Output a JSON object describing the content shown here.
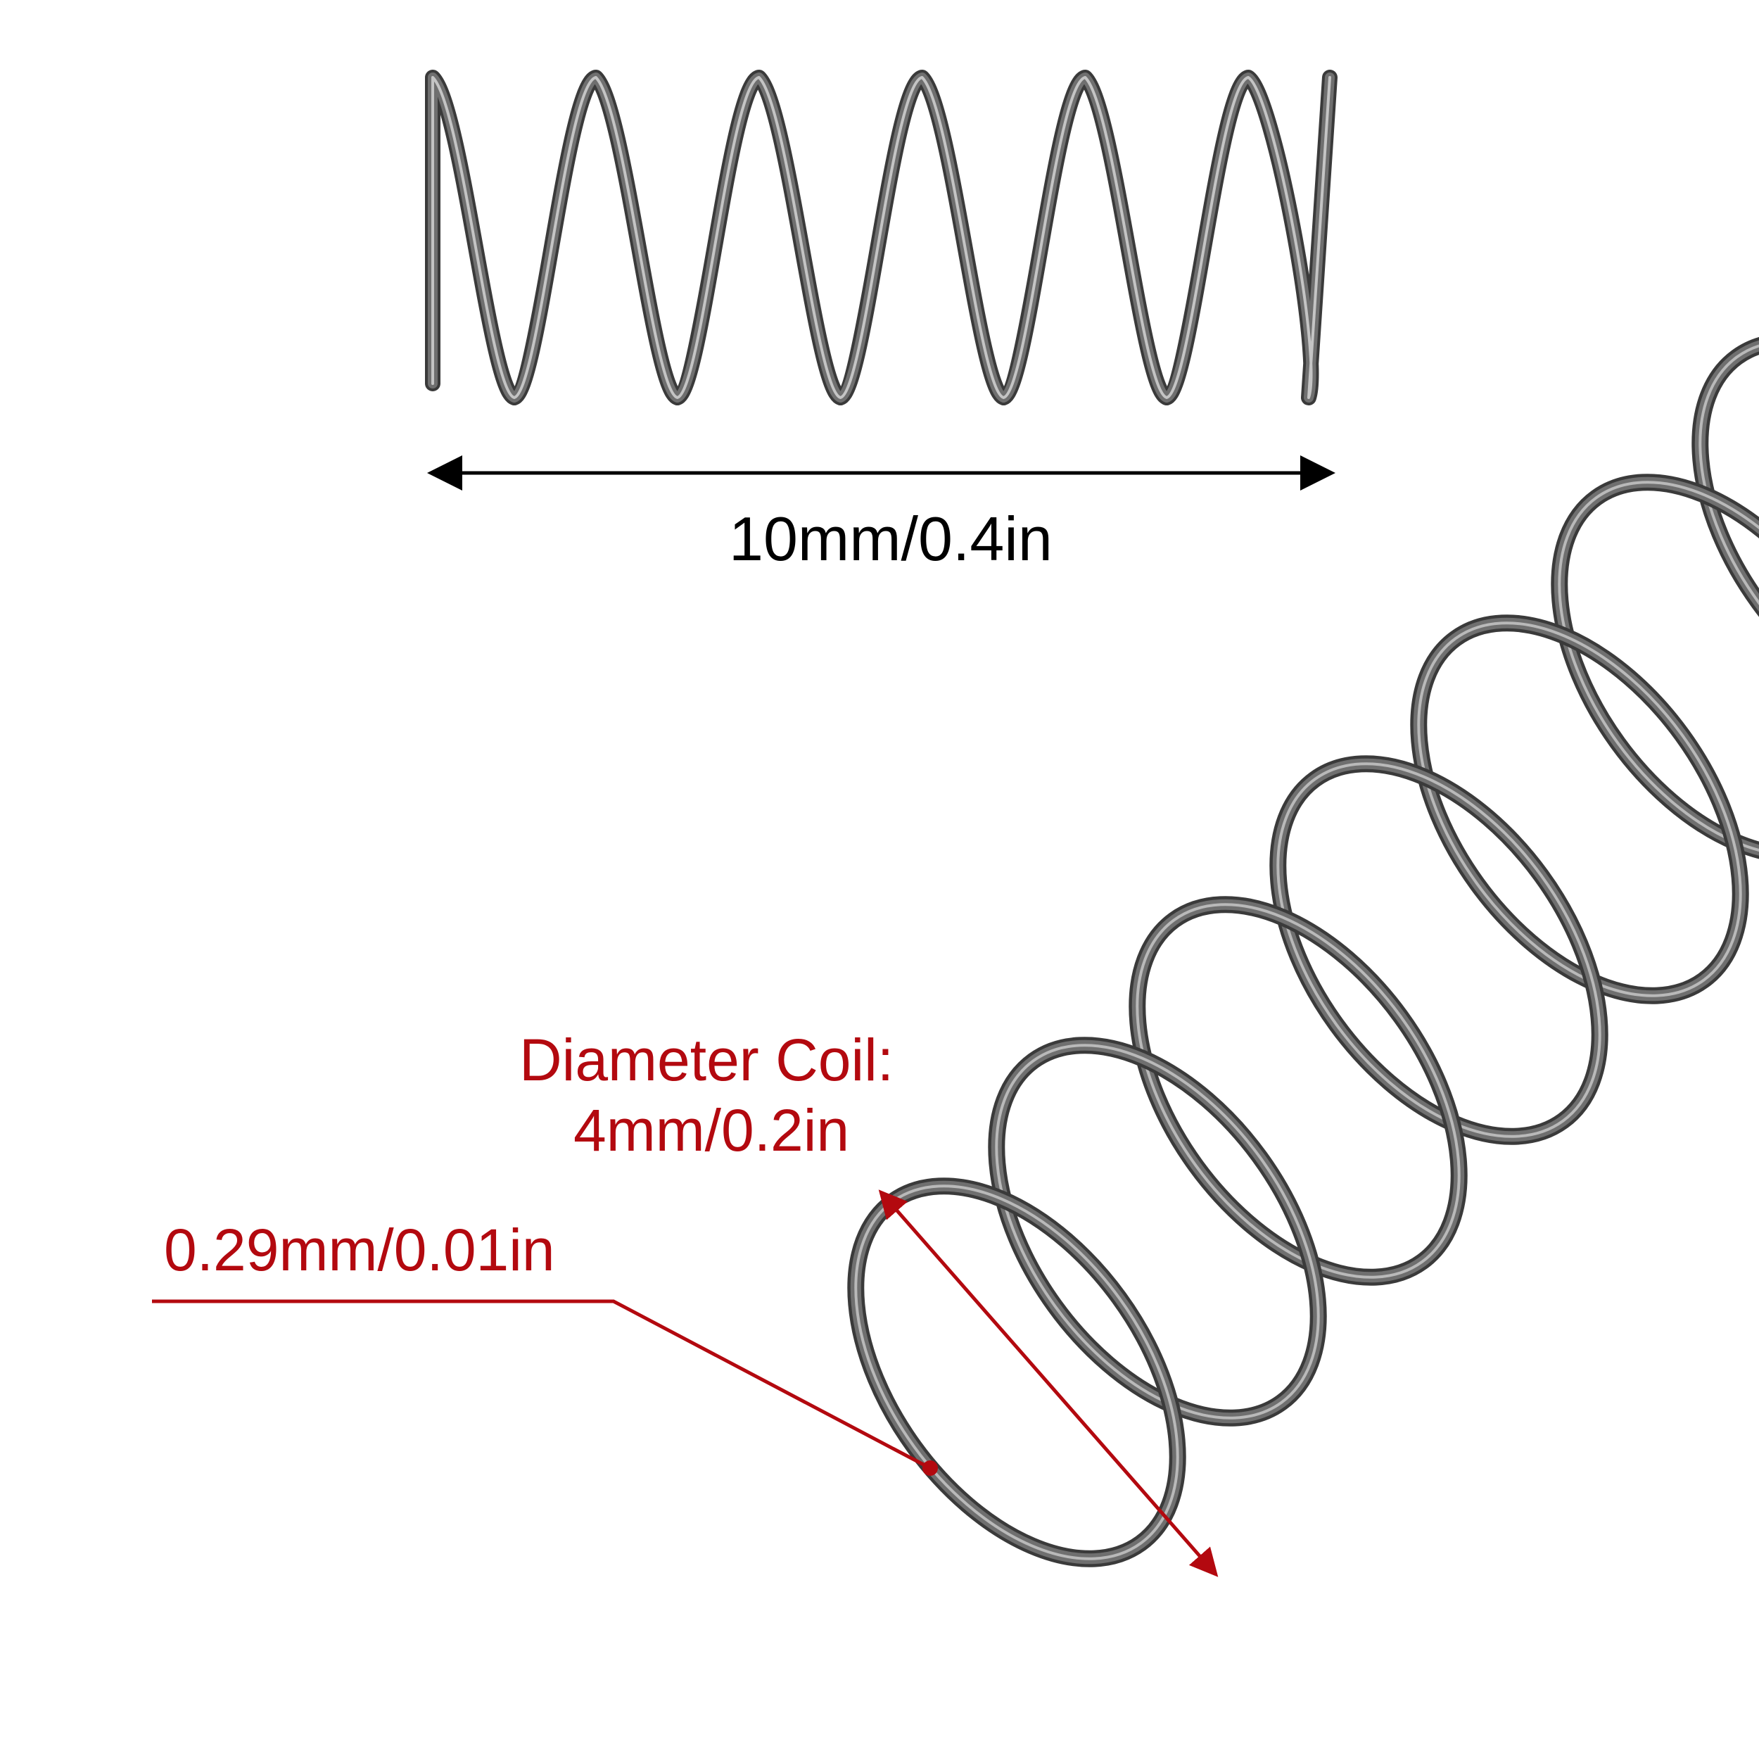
{
  "colors": {
    "spring_steel": "#6f6f6f",
    "spring_highlight": "#d9d9d9",
    "spring_shadow": "#3a3a3a",
    "annotation_red": "#b3090f",
    "dimension_black": "#000000",
    "background": "#ffffff"
  },
  "top_spring": {
    "coil_count": 5,
    "length_label": "10mm/0.4in"
  },
  "bottom_spring": {
    "coil_count": 7,
    "diameter_title": "Diameter Coil:",
    "diameter_value": "4mm/0.2in",
    "wire_label": "0.29mm/0.01in"
  }
}
